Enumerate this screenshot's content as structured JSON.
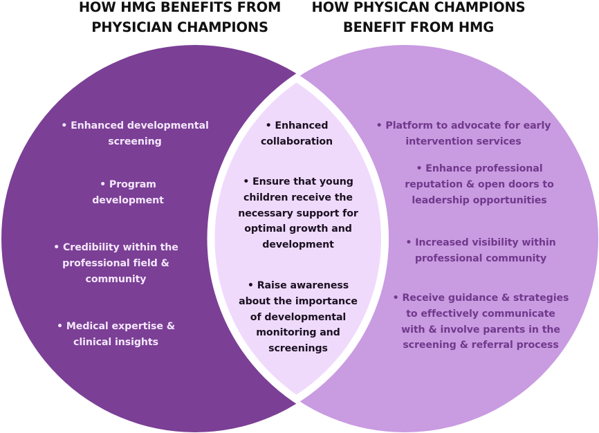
{
  "headings": {
    "left": [
      "HOW HMG BENEFITS FROM",
      "PHYSICIAN CHAMPIONS"
    ],
    "right": [
      "HOW PHYSICAN CHAMPIONS",
      "BENEFIT FROM HMG"
    ]
  },
  "colors": {
    "left_circle": "#7B3F95",
    "right_circle": "#C99BE1",
    "overlap": "#EFDAFC",
    "divider": "#FFFFFF"
  },
  "bullet": "•",
  "left_items": [
    {
      "lines": [
        "• Enhanced developmental",
        "screening"
      ]
    },
    {
      "lines": [
        "• Program",
        "development"
      ]
    },
    {
      "lines": [
        "• Credibility within the",
        "professional field &",
        "community"
      ]
    },
    {
      "lines": [
        "• Medical expertise &",
        "clinical insights"
      ]
    }
  ],
  "overlap_items": [
    {
      "lines": [
        "• Enhanced",
        "collaboration"
      ]
    },
    {
      "lines": [
        "• Ensure that young",
        "children receive the",
        "necessary support for",
        "optimal growth and",
        "development"
      ]
    },
    {
      "lines": [
        "• Raise awareness",
        "about the importance",
        "of developmental",
        "monitoring and",
        "screenings"
      ]
    }
  ],
  "right_items": [
    {
      "lines": [
        "• Platform to advocate for early",
        "intervention services"
      ]
    },
    {
      "lines": [
        "• Enhance professional",
        "reputation & open doors to",
        "leadership opportunities"
      ]
    },
    {
      "lines": [
        "• Increased visibility within",
        "professional community"
      ]
    },
    {
      "lines": [
        "• Receive guidance & strategies",
        "to effectively communicate",
        "with & involve parents in the",
        "screening & referral process"
      ]
    }
  ]
}
